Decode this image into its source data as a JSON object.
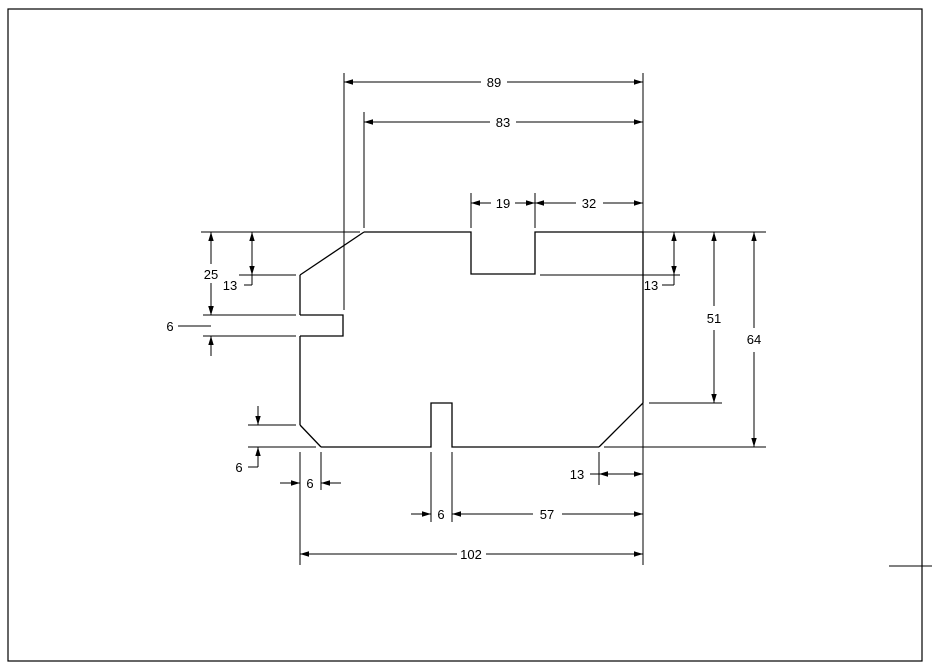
{
  "drawing": {
    "dimensions": {
      "d89": "89",
      "d83": "83",
      "d19": "19",
      "d32": "32",
      "d25": "25",
      "d13_left": "13",
      "d13_right": "13",
      "d6_slot": "6",
      "d51": "51",
      "d64": "64",
      "d6_vert": "6",
      "d6_horiz": "6",
      "d13_bottom": "13",
      "d6_bottom": "6",
      "d57": "57",
      "d102": "102"
    }
  }
}
